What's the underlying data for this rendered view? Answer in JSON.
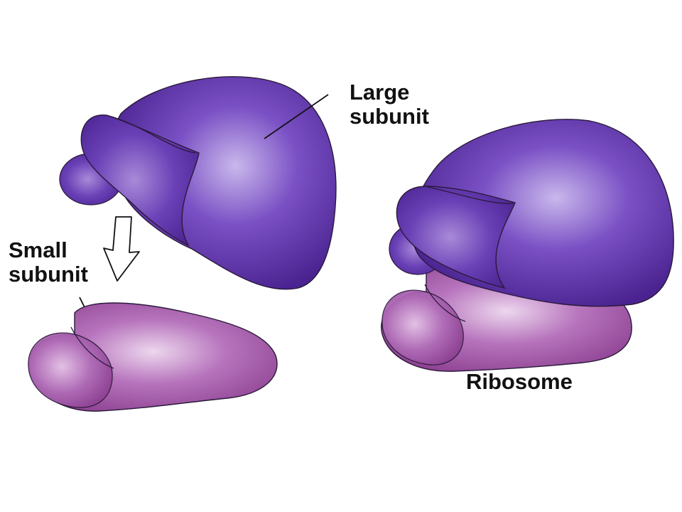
{
  "labels": {
    "large_subunit": [
      "Large",
      "subunit"
    ],
    "small_subunit": [
      "Small",
      "subunit"
    ],
    "ribosome": "Ribosome"
  },
  "colors": {
    "large_dark": "#4a2390",
    "large_mid": "#7a50c4",
    "large_light": "#c9b8ec",
    "small_dark": "#8a3d8e",
    "small_mid": "#b775bd",
    "small_light": "#edd7ee",
    "outline": "#2a1a3a",
    "text": "#111111"
  }
}
